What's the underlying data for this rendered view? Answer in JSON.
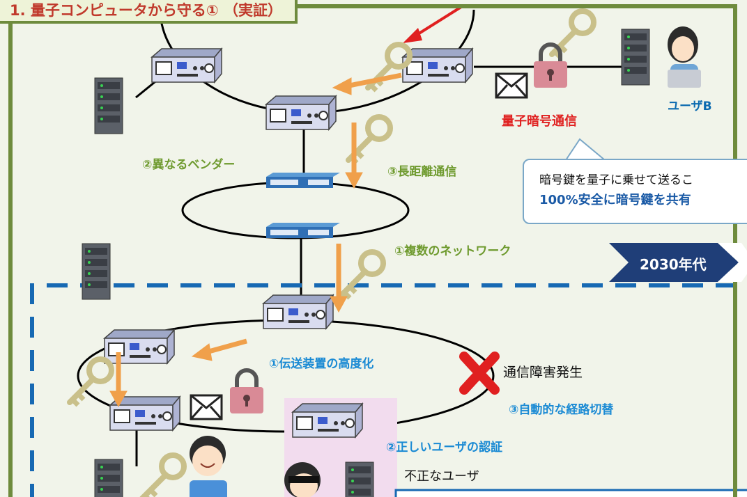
{
  "title": "1. 量子コンピュータから守る① （実証）",
  "labels": {
    "user_b": "ユーザB",
    "quantum_crypto": "量子暗号通信",
    "different_vendors": "②異なるベンダー",
    "long_distance": "③長距離通信",
    "multiple_networks": "①複数のネットワーク",
    "transmission_upgrade": "①伝送装置の高度化",
    "failure": "通信障害発生",
    "auto_route_switch": "③自動的な経路切替",
    "user_auth": "②正しいユーザの認証",
    "unauthorized_user": "不正なユーザ"
  },
  "callout": {
    "line1": "暗号鍵を量子に乗せて送るこ",
    "line2": "100%安全に暗号鍵を共有"
  },
  "era_label": "2030年代",
  "colors": {
    "frame_green": "#6e8b3d",
    "title_red": "#c0392b",
    "label_green": "#6e9a2e",
    "label_blue": "#1a8ad4",
    "accent_red": "#e02020",
    "dashed_blue": "#1769b3",
    "arrow_orange": "#f0a04b",
    "key_olive": "#c9c08a",
    "lock_pink": "#d98a96"
  }
}
